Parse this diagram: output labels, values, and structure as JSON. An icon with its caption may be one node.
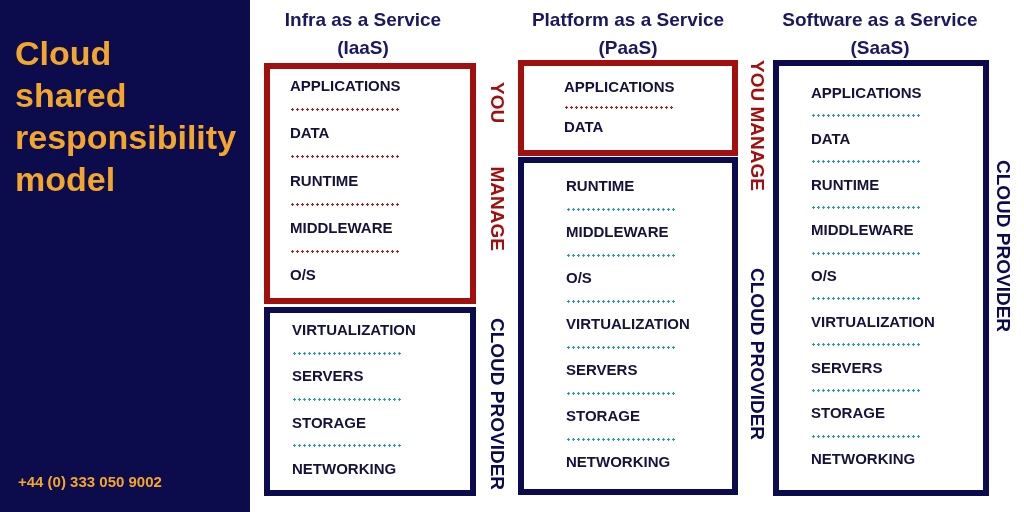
{
  "diagram": {
    "title": "Cloud shared responsibility model",
    "nodes": [
      {
        "text": [
          "APPLICATIONS",
          "DATA",
          "RUNTIME",
          "MIDDLEWARE",
          "O/S"
        ],
        "beside": [
          "YOU MANAGE"
        ]
      },
      {
        "text": [
          "VIRTUALIZATION",
          "SERVERS",
          "STORAGE",
          "NETWORKING"
        ],
        "beside": [
          "CLOUD PROVIDER"
        ]
      },
      {
        "text": [
          "APPLICATIONS",
          "DATA"
        ],
        "beside": [
          "YOU MANAGE"
        ]
      },
      {
        "text": [
          "RUNTIME",
          "MIDDLEWARE",
          "O/S",
          "VIRTUALIZATION",
          "SERVERS",
          "STORAGE",
          "NETWORKING"
        ],
        "beside": [
          "CLOUD PROVIDER"
        ]
      },
      {
        "text": [
          "APPLICATIONS",
          "DATA",
          "RUNTIME",
          "MIDDLEWARE",
          "O/S",
          "VIRTUALIZATION",
          "SERVERS",
          "STORAGE",
          "NETWORKING"
        ],
        "beside": [
          "CLOUD PROVIDER"
        ]
      }
    ],
    "labels": [
      "Infra as a Service (IaaS)",
      "Platform as a Service (PaaS)",
      "Software as a Service (SaaS)",
      "+44 (0) 333 050 9002"
    ]
  }
}
